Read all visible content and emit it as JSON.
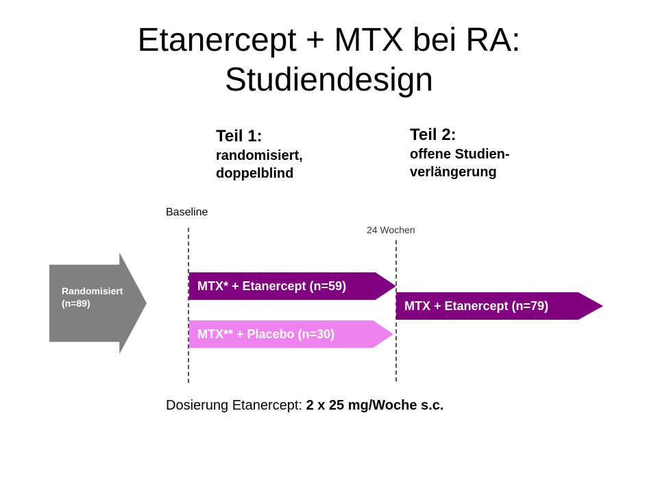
{
  "title": {
    "line1": "Etanercept + MTX bei RA:",
    "line2": "Studiendesign"
  },
  "part1": {
    "heading": "Teil 1:",
    "line1": "randomisiert,",
    "line2": "doppelblind"
  },
  "part2": {
    "heading": "Teil 2:",
    "line1": "offene Studien-",
    "line2": "verlängerung"
  },
  "timeline": {
    "baseline_label": "Baseline",
    "weeks_label": "24 Wochen"
  },
  "randomized": {
    "line1": "Randomisiert",
    "line2": "(n=89)"
  },
  "arms": {
    "etanercept": "MTX* + Etanercept (n=59)",
    "placebo": "MTX** + Placebo (n=30)",
    "extension": "MTX + Etanercept (n=79)"
  },
  "dosing": {
    "label": "Dosierung Etanercept: ",
    "value": "2 x 25 mg/Woche s.c."
  },
  "colors": {
    "dark_purple": "#800080",
    "light_pink": "#ee82ee",
    "gray": "#808080"
  }
}
